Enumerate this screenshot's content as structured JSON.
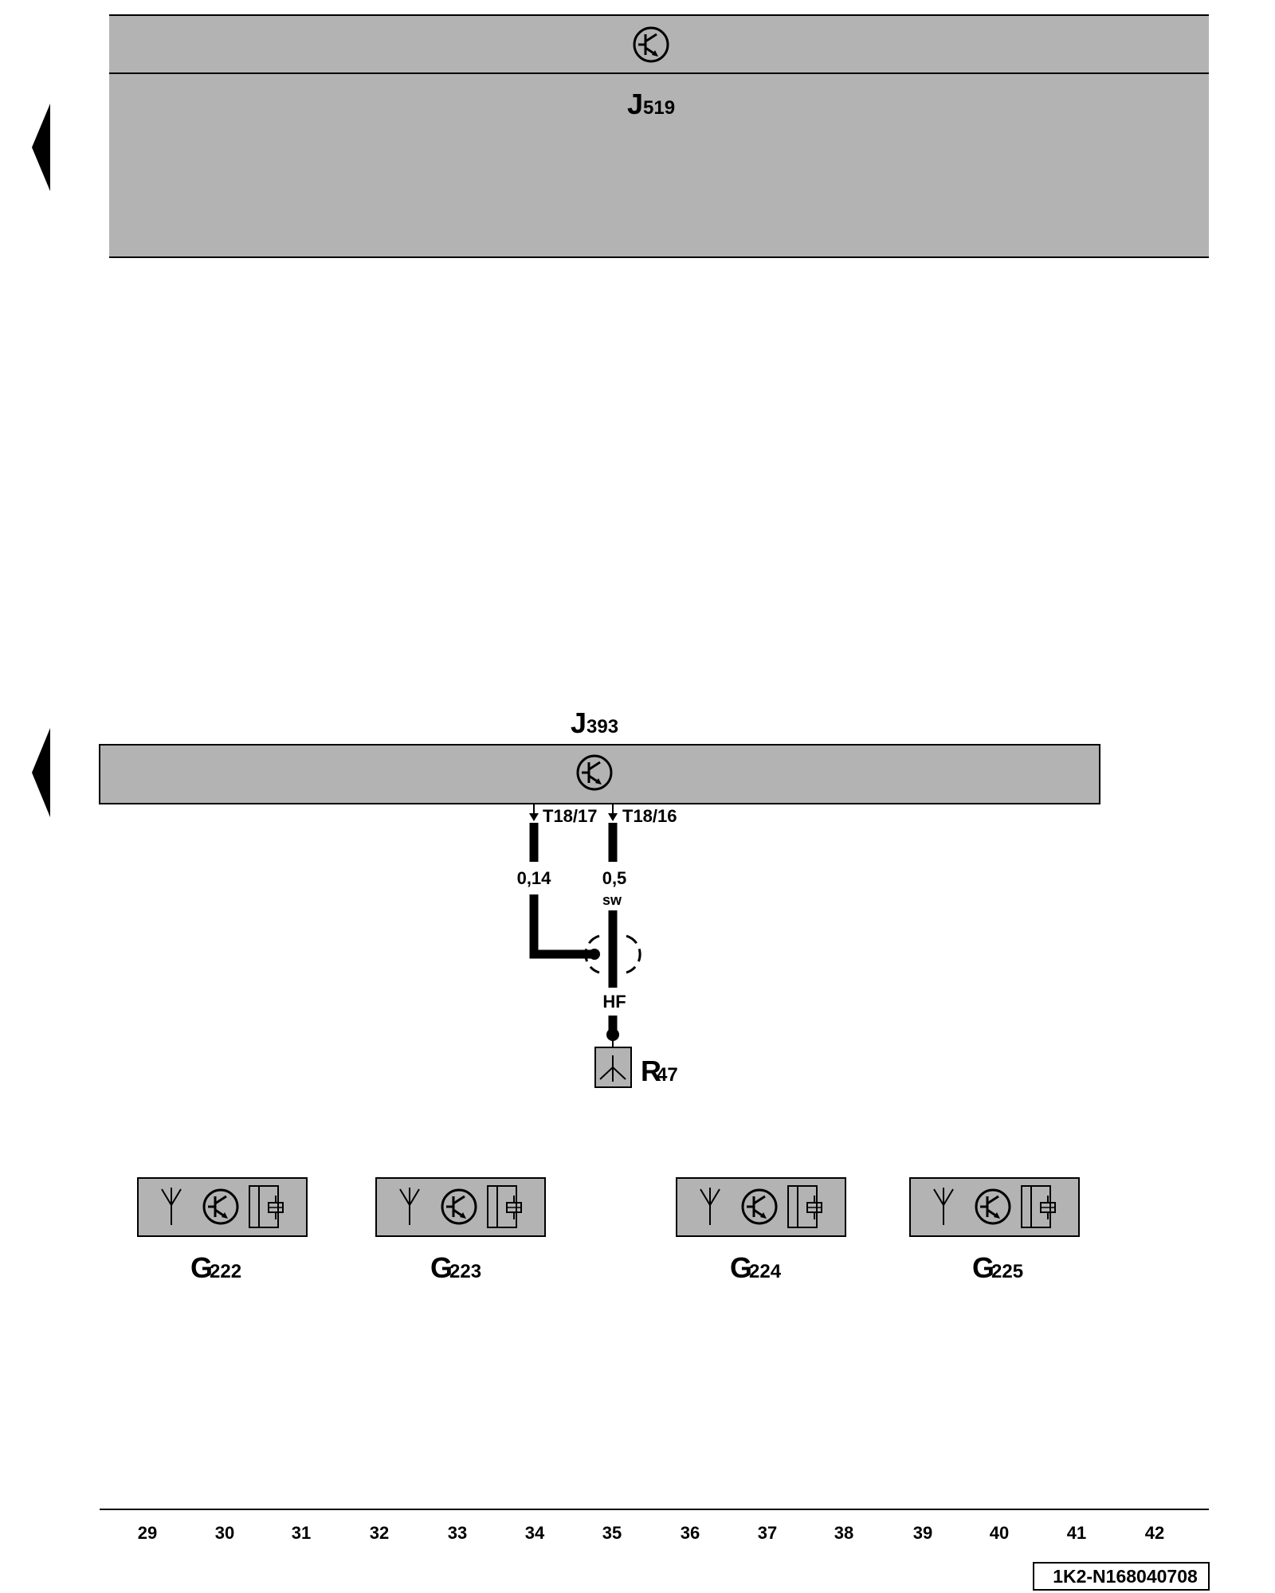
{
  "colors": {
    "module_fill": "#b3b3b3",
    "line": "#000000",
    "background": "#ffffff"
  },
  "modules": {
    "top": {
      "label": "J",
      "sub": "519",
      "icon": "transistor-circle-icon"
    },
    "central": {
      "label": "J",
      "sub": "393",
      "icon": "transistor-circle-icon"
    }
  },
  "pins": {
    "p1": "T18/17",
    "p2": "T18/16"
  },
  "wires": {
    "w1_size": "0,14",
    "w2_size": "0,5",
    "w2_color": "sw",
    "hf": "HF"
  },
  "antenna": {
    "label": "R",
    "sub": "47",
    "icon": "antenna-icon"
  },
  "sensors": [
    {
      "label": "G",
      "sub": "222"
    },
    {
      "label": "G",
      "sub": "223"
    },
    {
      "label": "G",
      "sub": "224"
    },
    {
      "label": "G",
      "sub": "225"
    }
  ],
  "columns": [
    "29",
    "30",
    "31",
    "32",
    "33",
    "34",
    "35",
    "36",
    "37",
    "38",
    "39",
    "40",
    "41",
    "42"
  ],
  "doc_id": "1K2-N168040708"
}
